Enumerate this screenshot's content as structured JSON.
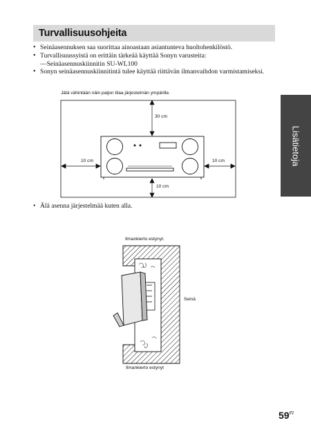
{
  "section": {
    "title": "Turvallisuusohjeita"
  },
  "bullets": [
    {
      "text": "Seinäasennuksen saa suorittaa ainoastaan asiantunteva huoltohenkilöstö."
    },
    {
      "text": "Turvallisuussyistä on erittäin tärkeää käyttää Sonyn varusteita:",
      "sub": "—Seinäasennuskiinnitin SU-WL100"
    },
    {
      "text": "Sonyn seinäasennuskiinnitintä tulee käyttää riittävän ilmanvaihdon varmistamiseksi."
    }
  ],
  "figure1": {
    "caption": "Jätä vähintään näin paljon tilaa järjestelmän ympärille.",
    "top_clearance": "30 cm",
    "left_clearance": "10 cm",
    "right_clearance": "10 cm",
    "bottom_clearance": "10 cm"
  },
  "bullet2": {
    "text": "Älä asenna järjestelmää kuten alla."
  },
  "figure2": {
    "top_label": "Ilmankierto estynyt.",
    "wall_label": "Seinä",
    "bottom_label": "Ilmankierto estynyt"
  },
  "side_tab": {
    "label": "Lisätietoja",
    "color": "#444444"
  },
  "page": {
    "number": "59",
    "lang": "FI"
  }
}
